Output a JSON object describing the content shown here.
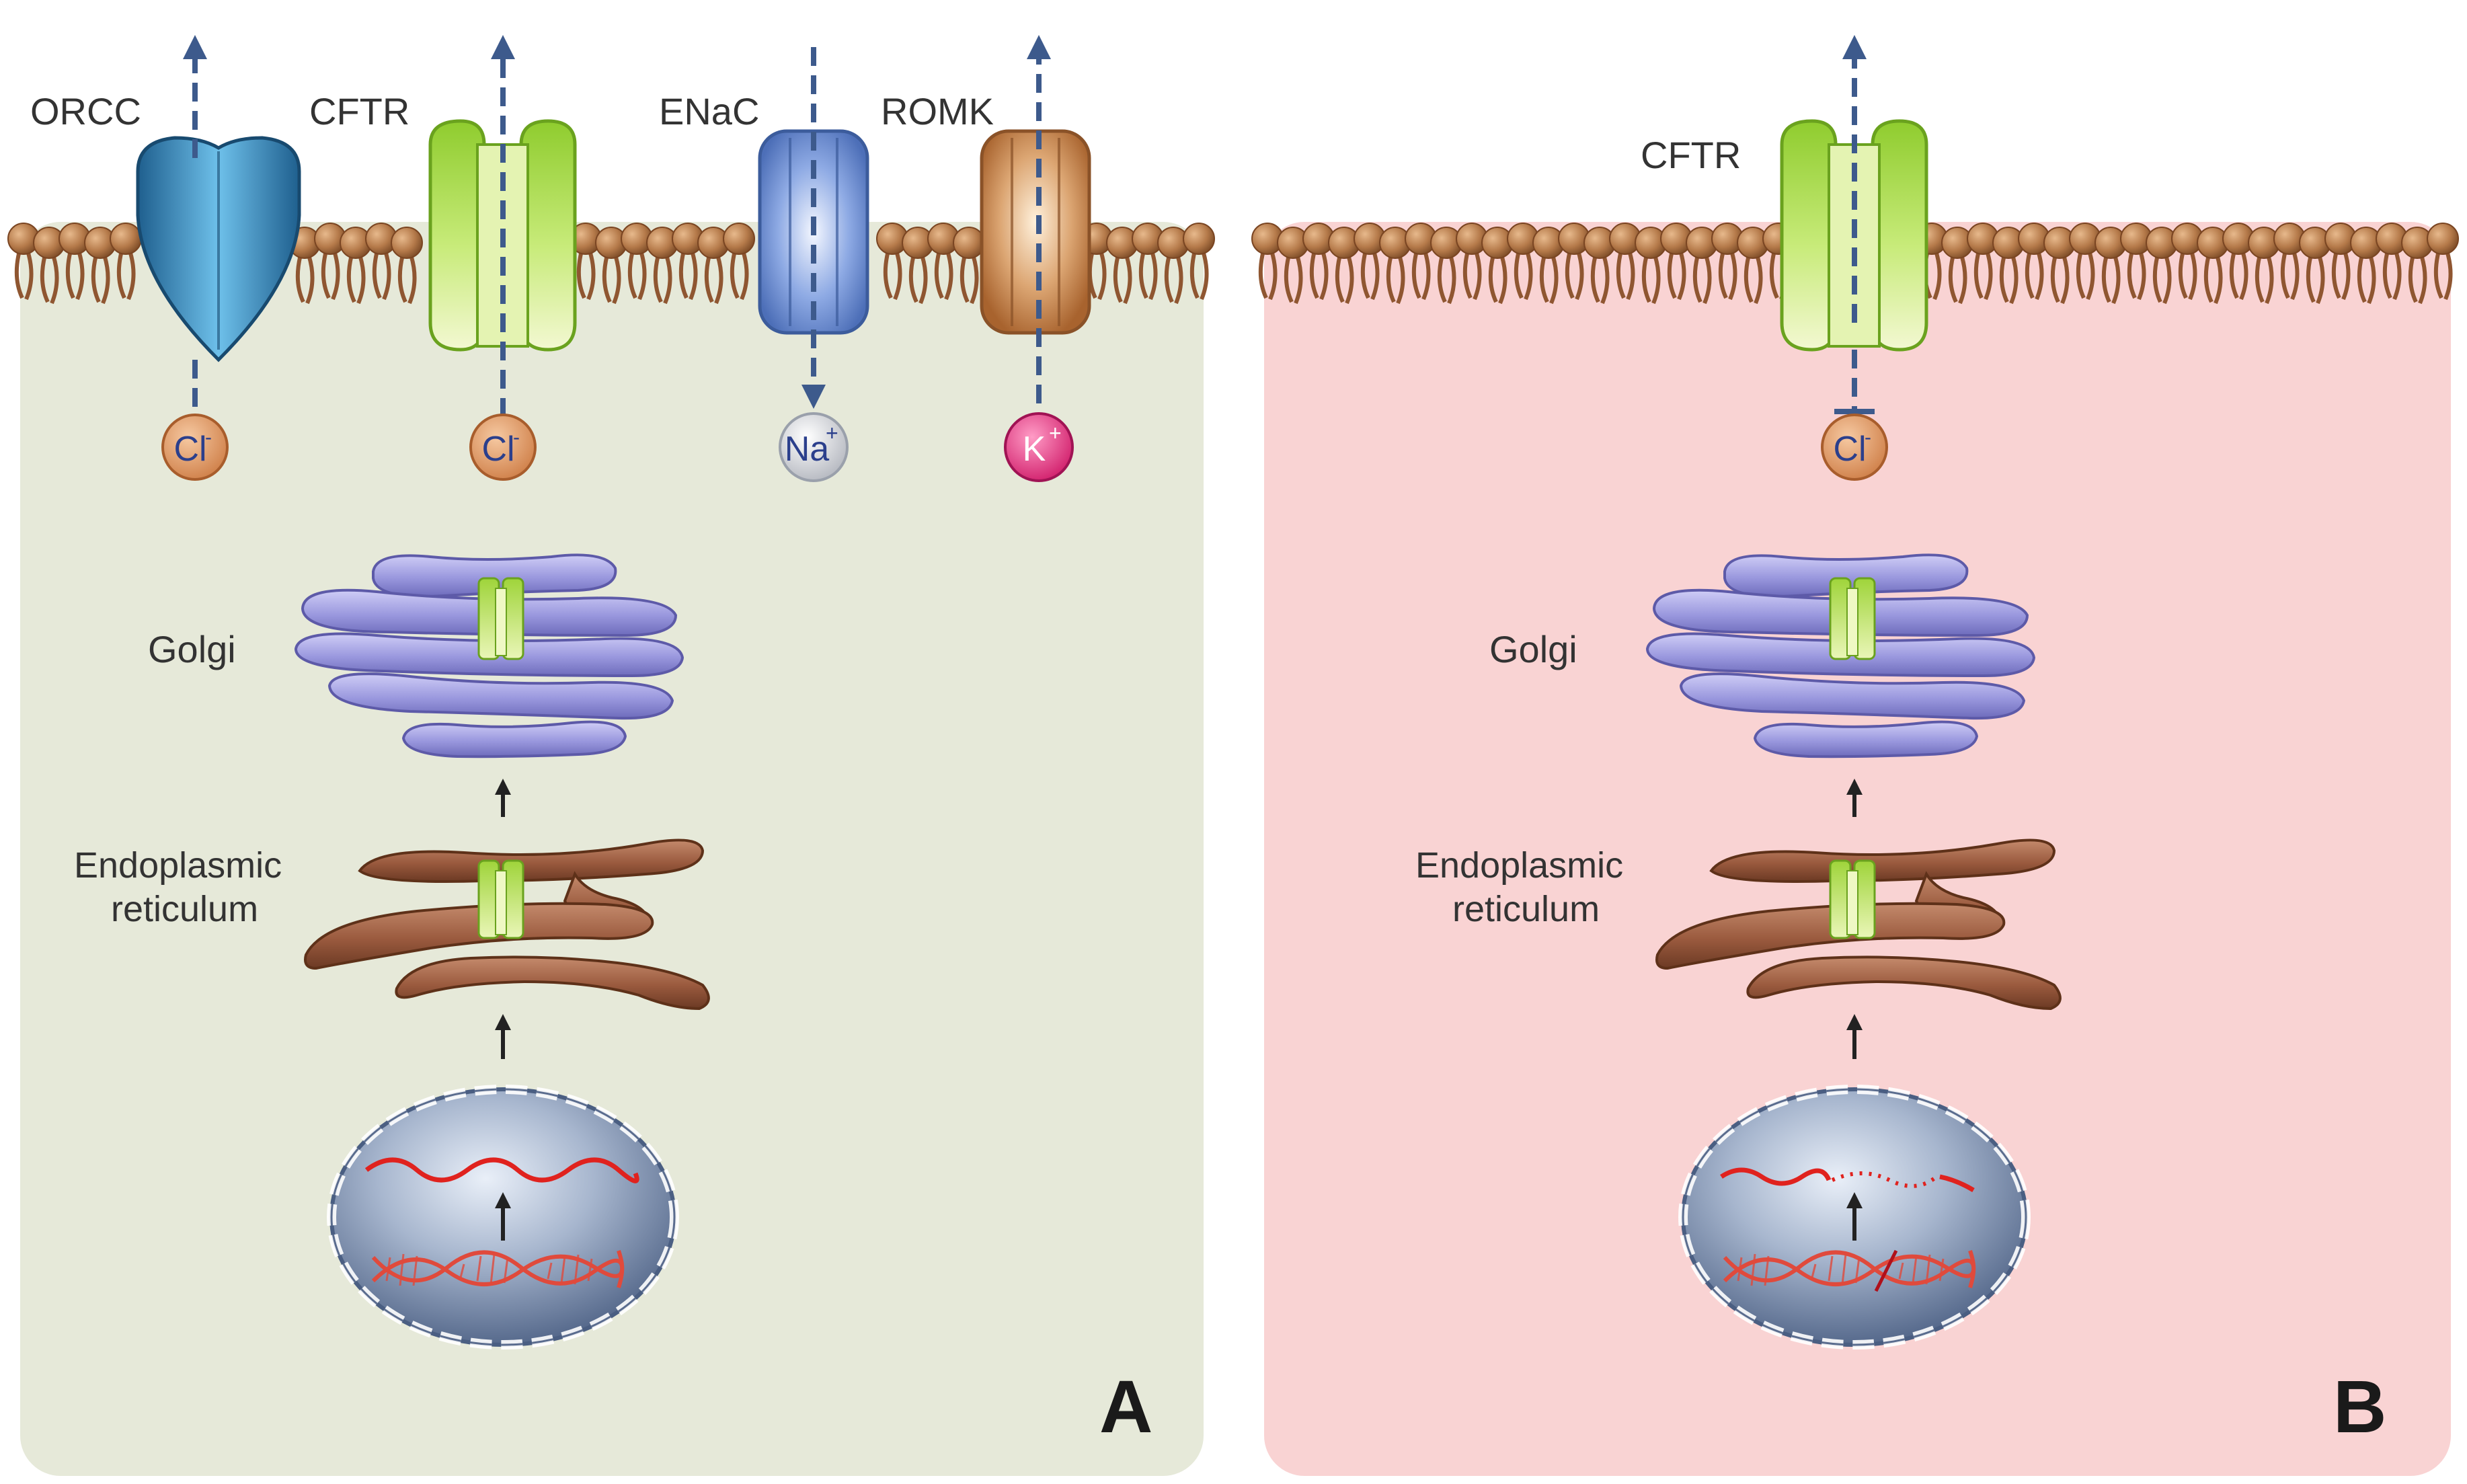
{
  "panels": {
    "a": {
      "letter": "A",
      "background": "#e6e9d9",
      "channels": {
        "orcc": {
          "label": "ORCC",
          "ion": "Cl",
          "ion_sup": "-"
        },
        "cftr": {
          "label": "CFTR",
          "ion": "Cl",
          "ion_sup": "-"
        },
        "enac": {
          "label": "ENaC",
          "ion": "Na",
          "ion_sup": "+"
        },
        "romk": {
          "label": "ROMK",
          "ion": "K",
          "ion_sup": "+"
        }
      },
      "golgi_label": "Golgi",
      "er_label_line1": "Endoplasmic",
      "er_label_line2": "reticulum"
    },
    "b": {
      "letter": "B",
      "background": "#f9d3d3",
      "channels": {
        "cftr": {
          "label": "CFTR",
          "ion": "Cl",
          "ion_sup": "-"
        }
      },
      "golgi_label": "Golgi",
      "er_label_line1": "Endoplasmic",
      "er_label_line2": "reticulum"
    }
  },
  "colors": {
    "membrane_head": "#b57a4a",
    "arrow": "#3d5a8c",
    "cftr": "#9fd23c",
    "orcc": "#3a8fc4",
    "enac": "#6c8fd0",
    "romk": "#c98a55",
    "golgi": "#9a98de",
    "er": "#9a5a3e",
    "nucleus": "#5f7497",
    "dna": "#e04a3c",
    "chloride_ion": "#d9915f",
    "sodium_ion": "#c9cbd1",
    "potassium_ion": "#e2307a"
  }
}
